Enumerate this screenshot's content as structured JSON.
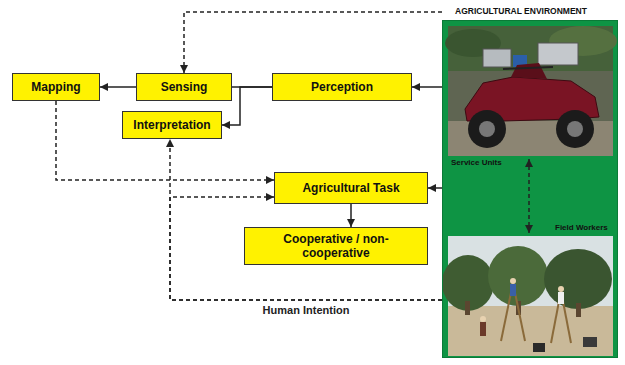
{
  "diagram": {
    "nodes": [
      {
        "text": [
          "AGRICULTURAL ENVIRONMENT",
          "Service Units",
          "Field Workers"
        ]
      },
      {
        "text": [
          "Mapping"
        ]
      },
      {
        "text": [
          "Sensing"
        ]
      },
      {
        "text": [
          "Perception"
        ]
      },
      {
        "text": [
          "Interpretation"
        ]
      },
      {
        "text": [
          "Agricultural Task"
        ]
      },
      {
        "text": [
          "Cooperative / non-cooperative"
        ]
      }
    ],
    "edges": [
      {
        "from": 0,
        "to": 2,
        "arrow": "to"
      },
      {
        "from": 2,
        "to": 1,
        "arrow": "to"
      },
      {
        "from": 3,
        "to": 2,
        "arrow": "none"
      },
      {
        "from": 3,
        "to": 4,
        "arrow": "to"
      },
      {
        "from": 0,
        "to": 3,
        "arrow": "to"
      },
      {
        "from": 1,
        "to": 5,
        "arrow": "to"
      },
      {
        "from": 0,
        "to": 4,
        "arrow": "to",
        "label": "Human Intention"
      },
      {
        "from": 0,
        "to": 5,
        "arrow": "to"
      },
      {
        "from": 0,
        "to": 5,
        "arrow": "to"
      },
      {
        "from": 5,
        "to": 6,
        "arrow": "to"
      }
    ]
  }
}
